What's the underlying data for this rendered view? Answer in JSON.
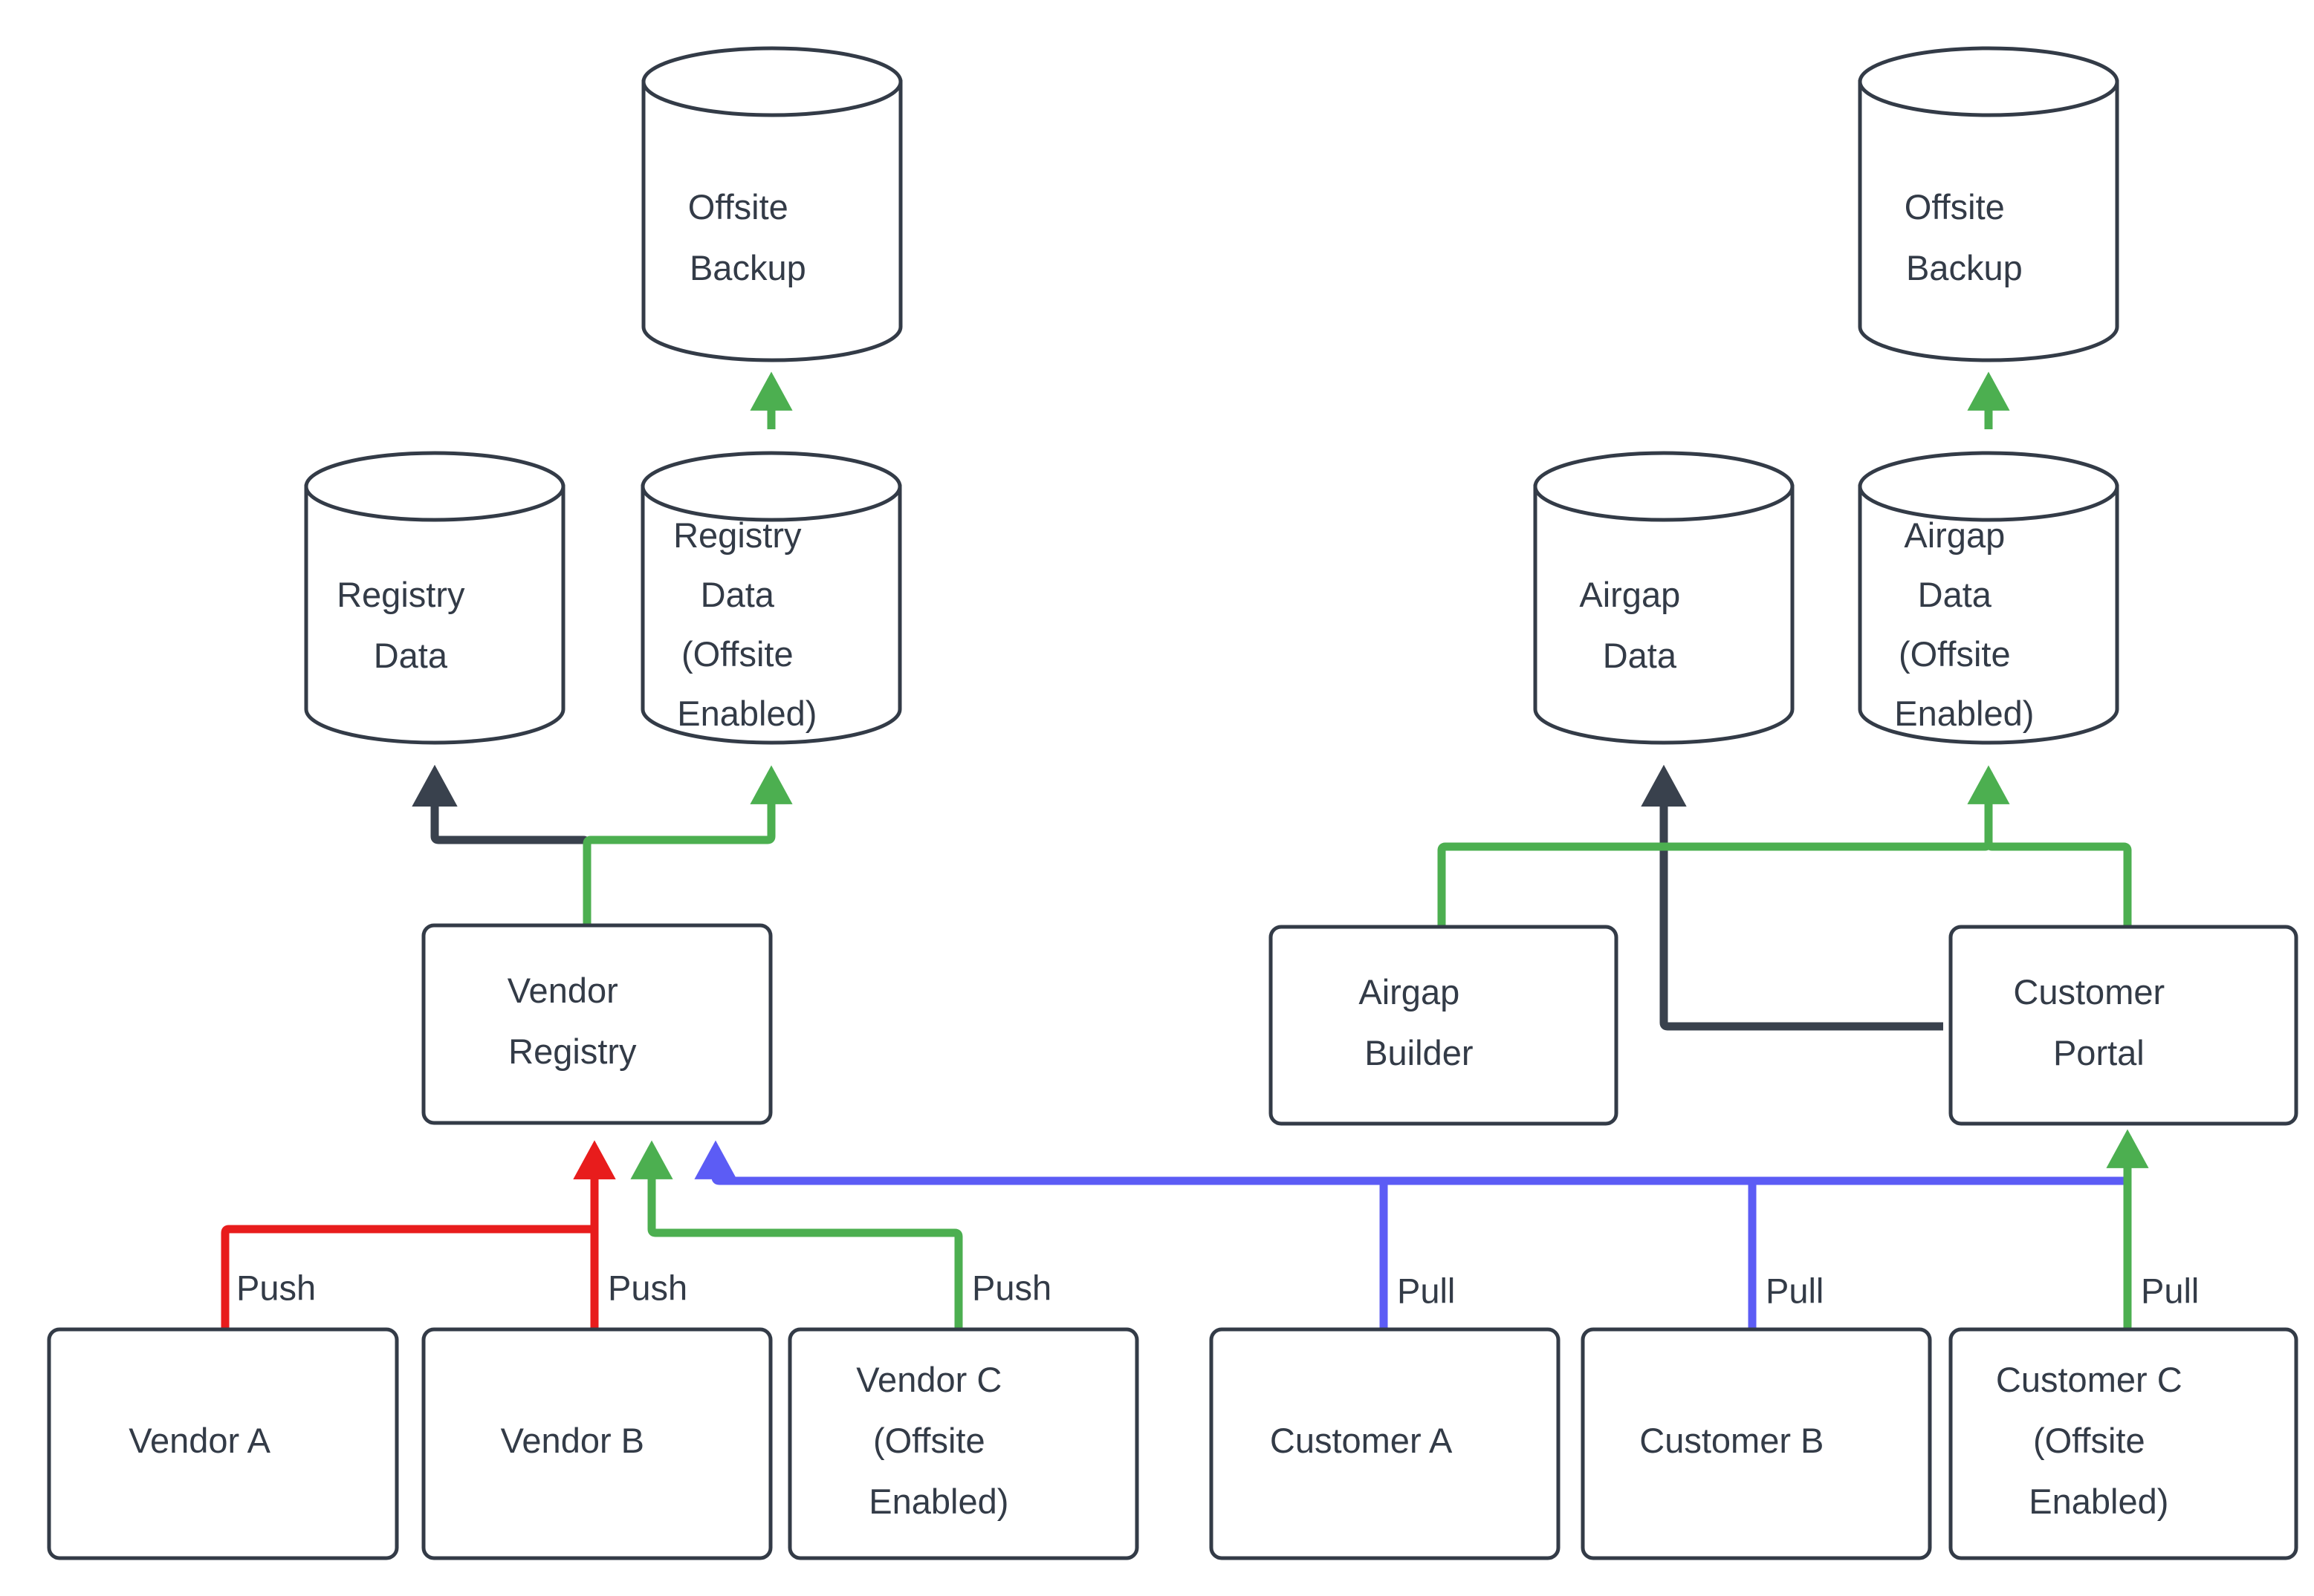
{
  "diagram": {
    "title": "Registry and Airgap Data Flow Architecture",
    "type": "flow-diagram",
    "background": "#ffffff",
    "colors": {
      "stroke_dark": "#333b47",
      "flow_dark": "#39414d",
      "flow_green": "#4caf50",
      "flow_red": "#e81c1c",
      "flow_blue": "#5c5cf5",
      "node_fill": "#ffffff",
      "text": "#333b47"
    },
    "nodes": {
      "offsite_backup_left": {
        "label_lines": [
          "Offsite",
          "Backup"
        ],
        "shape": "cylinder"
      },
      "offsite_backup_right": {
        "label_lines": [
          "Offsite",
          "Backup"
        ],
        "shape": "cylinder"
      },
      "registry_data": {
        "label_lines": [
          "Registry",
          "Data"
        ],
        "shape": "cylinder"
      },
      "registry_data_offsite": {
        "label_lines": [
          "Registry",
          "Data",
          "(Offsite",
          "Enabled)"
        ],
        "shape": "cylinder"
      },
      "airgap_data": {
        "label_lines": [
          "Airgap",
          "Data"
        ],
        "shape": "cylinder"
      },
      "airgap_data_offsite": {
        "label_lines": [
          "Airgap",
          "Data",
          "(Offsite",
          "Enabled)"
        ],
        "shape": "cylinder"
      },
      "vendor_registry": {
        "label_lines": [
          "Vendor",
          "Registry"
        ],
        "shape": "rounded-rect"
      },
      "airgap_builder": {
        "label_lines": [
          "Airgap",
          "Builder"
        ],
        "shape": "rounded-rect"
      },
      "customer_portal": {
        "label_lines": [
          "Customer",
          "Portal"
        ],
        "shape": "rounded-rect"
      },
      "vendor_a": {
        "label_lines": [
          "Vendor A"
        ],
        "shape": "rounded-rect"
      },
      "vendor_b": {
        "label_lines": [
          "Vendor B"
        ],
        "shape": "rounded-rect"
      },
      "vendor_c": {
        "label_lines": [
          "Vendor C",
          "(Offsite",
          "Enabled)"
        ],
        "shape": "rounded-rect"
      },
      "customer_a": {
        "label_lines": [
          "Customer A"
        ],
        "shape": "rounded-rect"
      },
      "customer_b": {
        "label_lines": [
          "Customer B"
        ],
        "shape": "rounded-rect"
      },
      "customer_c": {
        "label_lines": [
          "Customer C",
          "(Offsite",
          "Enabled)"
        ],
        "shape": "rounded-rect"
      }
    },
    "edge_labels": {
      "vendor_a_push": "Push",
      "vendor_b_push": "Push",
      "vendor_c_push": "Push",
      "customer_a_pull": "Pull",
      "customer_b_pull": "Pull",
      "customer_c_pull": "Pull"
    },
    "edges": [
      {
        "from": "registry_data_offsite",
        "to": "offsite_backup_left",
        "color": "#4caf50",
        "arrow": true
      },
      {
        "from": "airgap_data_offsite",
        "to": "offsite_backup_right",
        "color": "#4caf50",
        "arrow": true
      },
      {
        "from": "vendor_registry",
        "to": "registry_data",
        "color": "#39414d",
        "arrow": true
      },
      {
        "from": "vendor_registry",
        "to": "registry_data_offsite",
        "color": "#4caf50",
        "arrow": true
      },
      {
        "from": "customer_portal",
        "to": "airgap_data",
        "color": "#39414d",
        "arrow": true
      },
      {
        "from": "airgap_builder",
        "to": "airgap_data_offsite",
        "color": "#4caf50",
        "arrow": true
      },
      {
        "from": "customer_portal",
        "to": "airgap_data_offsite",
        "color": "#4caf50",
        "arrow": true
      },
      {
        "from": "vendor_a",
        "to": "vendor_registry",
        "color": "#e81c1c",
        "label": "Push",
        "arrow": true
      },
      {
        "from": "vendor_b",
        "to": "vendor_registry",
        "color": "#e81c1c",
        "label": "Push",
        "arrow": true
      },
      {
        "from": "vendor_c",
        "to": "vendor_registry",
        "color": "#4caf50",
        "label": "Push",
        "arrow": true
      },
      {
        "from": "customer_a",
        "to": "vendor_registry",
        "color": "#5c5cf5",
        "label": "Pull",
        "arrow": true
      },
      {
        "from": "customer_b",
        "to": "vendor_registry",
        "color": "#5c5cf5",
        "label": "Pull",
        "arrow": true
      },
      {
        "from": "customer_c",
        "to": "customer_portal",
        "color": "#4caf50",
        "label": "Pull",
        "arrow": true
      }
    ]
  }
}
